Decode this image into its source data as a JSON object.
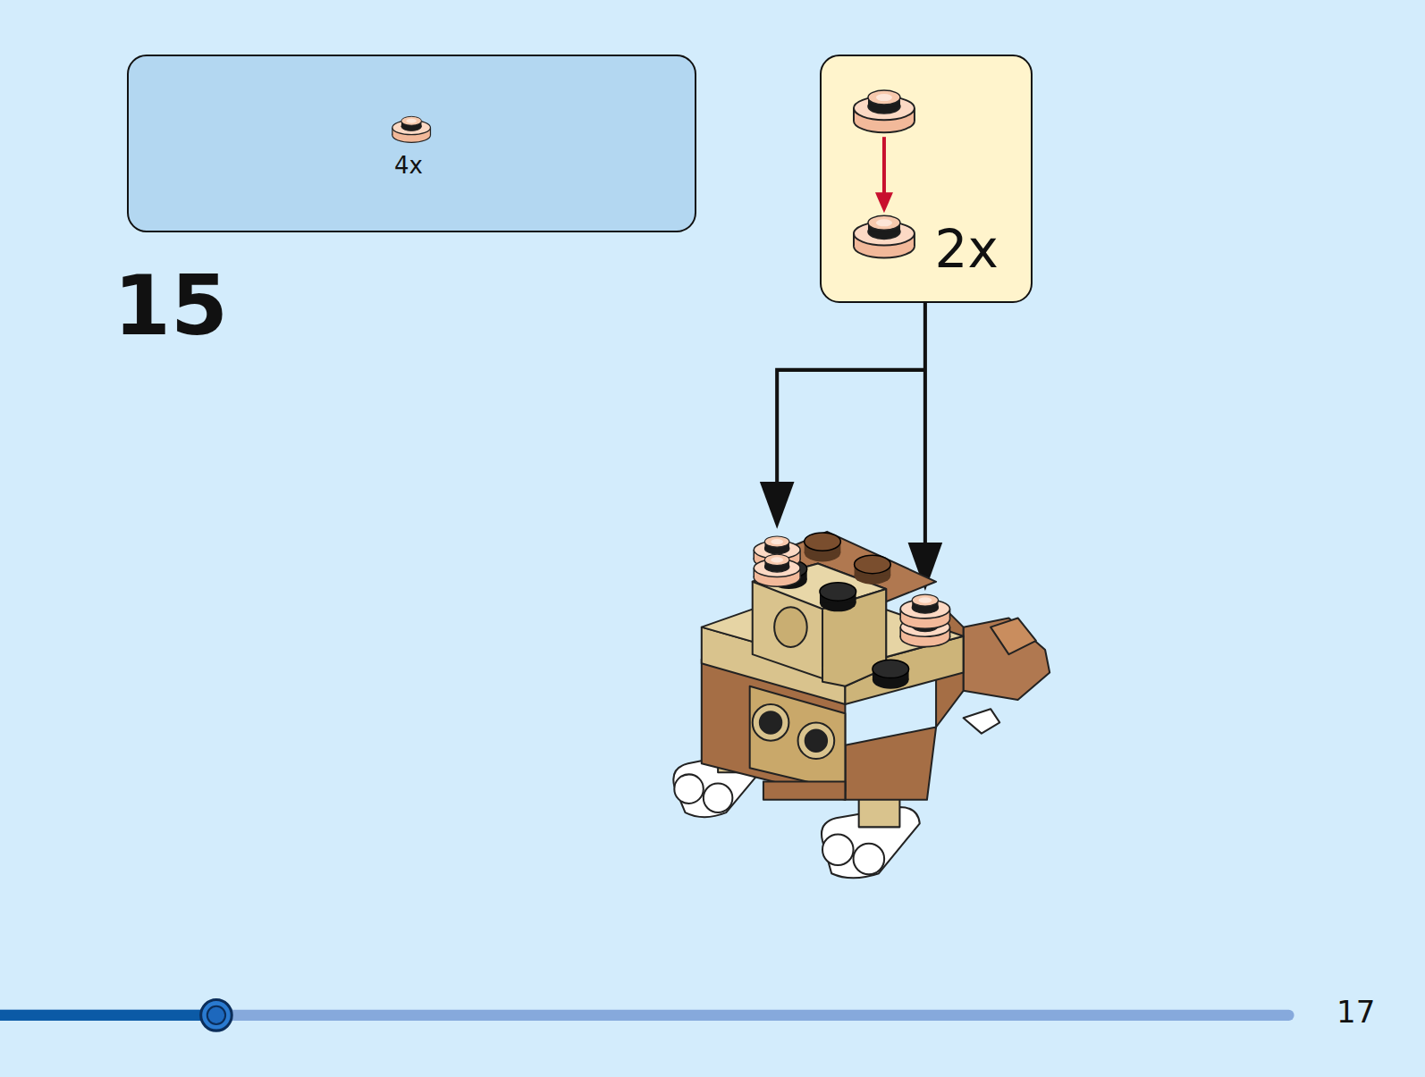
{
  "diagram": {
    "nodes": [
      {
        "text": [
          "4x"
        ]
      },
      {
        "text": [
          "2x"
        ]
      }
    ],
    "labels": [
      "15",
      "17"
    ]
  }
}
